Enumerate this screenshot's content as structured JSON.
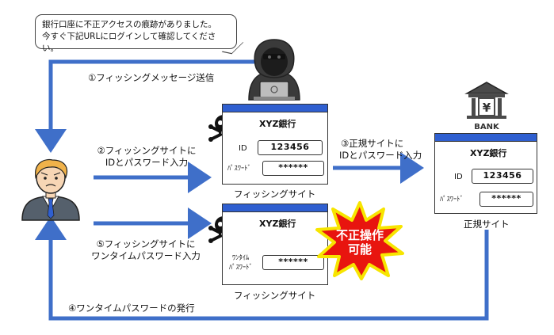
{
  "bubble": {
    "line1": "銀行口座に不正アクセスの痕跡がありました。",
    "line2": "今すぐ下記URLにログインして確認してください。"
  },
  "steps": {
    "s1": "①フィッシングメッセージ送信",
    "s2_line1": "②フィッシングサイトに",
    "s2_line2": "IDとパスワード入力",
    "s3_line1": "③正規サイトに",
    "s3_line2": "IDとパスワード入力",
    "s4": "④ワンタイムパスワードの発行",
    "s5_line1": "⑤フィッシングサイトに",
    "s5_line2": "ワンタイムパスワード入力"
  },
  "phishing_site_1": {
    "bank_name": "XYZ銀行",
    "id_label": "ID",
    "id_value": "123456",
    "pw_label": "ﾊﾟｽﾜｰﾄﾞ",
    "pw_value": "******",
    "caption": "フィッシングサイト"
  },
  "phishing_site_2": {
    "bank_name": "XYZ銀行",
    "otp_label_line1": "ﾜﾝﾀｲﾑ",
    "otp_label_line2": "ﾊﾟｽﾜｰﾄﾞ",
    "otp_value": "******",
    "caption": "フィッシングサイト"
  },
  "legit_site": {
    "bank_name": "XYZ銀行",
    "id_label": "ID",
    "id_value": "123456",
    "pw_label": "ﾊﾟｽﾜｰﾄﾞ",
    "pw_value": "******",
    "caption": "正規サイト",
    "bank_icon_label": "BANK",
    "bank_icon_symbol": "¥"
  },
  "burst": {
    "line1": "不正操作",
    "line2": "可能"
  },
  "colors": {
    "flow": "#3f6fc9",
    "window_bar": "#2f5fd0",
    "burst_fill": "#e8150f",
    "burst_outline": "#f7e500",
    "suit": "#55606c",
    "hair": "#f0b24a"
  }
}
